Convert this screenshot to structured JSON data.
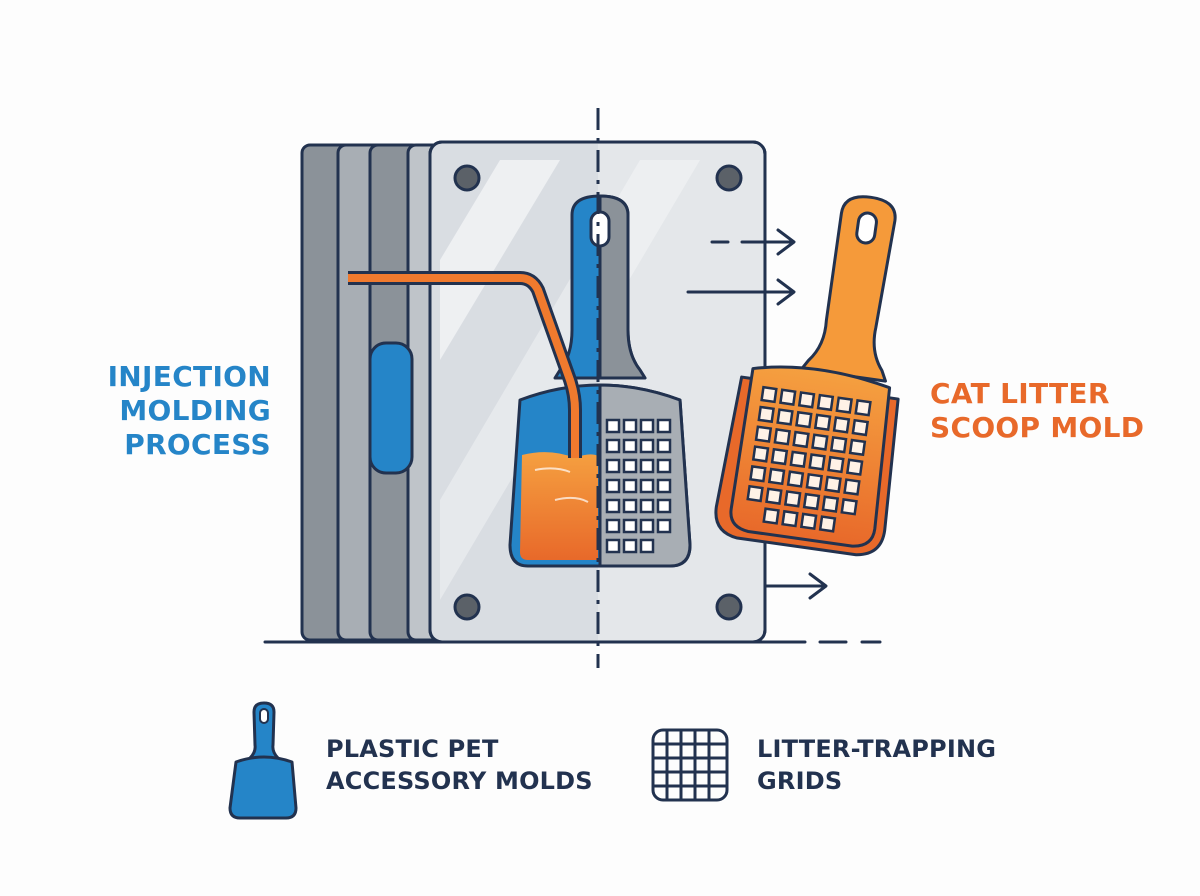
{
  "labels": {
    "left": [
      "INJECTION",
      "MOLDING",
      "PROCESS"
    ],
    "right": [
      "CAT LITTER",
      "SCOOP MOLD"
    ]
  },
  "legend": [
    {
      "icon": "scoop-icon",
      "lines": [
        "PLASTIC PET",
        "ACCESSORY MOLDS"
      ]
    },
    {
      "icon": "grid-icon",
      "lines": [
        "LITTER-TRAPPING",
        "GRIDS"
      ]
    }
  ],
  "colors": {
    "navy": "#22324f",
    "blue": "#2585c8",
    "orange": "#e8692a",
    "light_orange": "#f59a3a",
    "plate_gray": "#d9dde2",
    "dark_gray": "#8b9299"
  }
}
